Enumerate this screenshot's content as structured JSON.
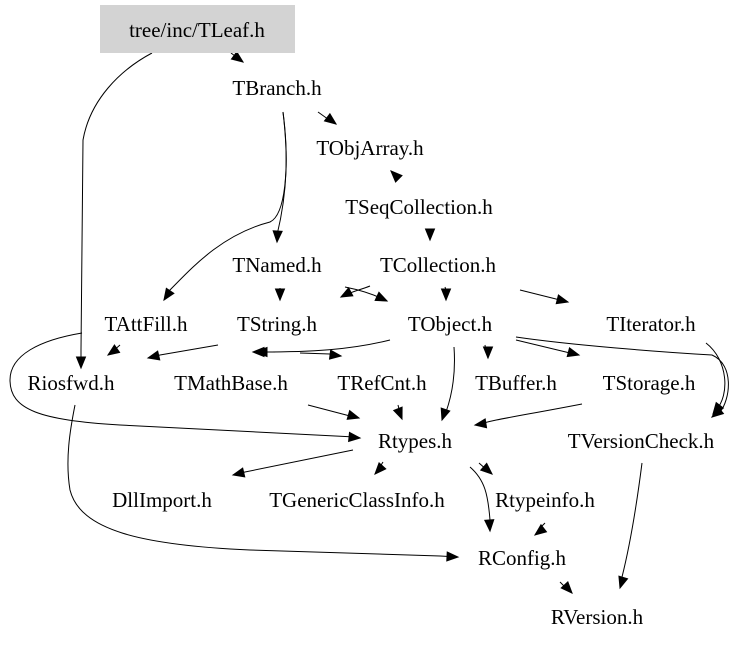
{
  "graph": {
    "kind": "include-dependency-graph",
    "root": "tree/inc/TLeaf.h",
    "colors": {
      "root_fill": "#d3d3d3",
      "node_text": "#000000",
      "edge": "#000000",
      "background": "#ffffff"
    },
    "nodes": [
      {
        "id": "TLeaf",
        "label": "tree/inc/TLeaf.h",
        "highlighted": true
      },
      {
        "id": "TBranch",
        "label": "TBranch.h"
      },
      {
        "id": "TObjArray",
        "label": "TObjArray.h"
      },
      {
        "id": "TSeqCollection",
        "label": "TSeqCollection.h"
      },
      {
        "id": "TNamed",
        "label": "TNamed.h"
      },
      {
        "id": "TCollection",
        "label": "TCollection.h"
      },
      {
        "id": "TAttFill",
        "label": "TAttFill.h"
      },
      {
        "id": "TString",
        "label": "TString.h"
      },
      {
        "id": "TObject",
        "label": "TObject.h"
      },
      {
        "id": "TIterator",
        "label": "TIterator.h"
      },
      {
        "id": "Riosfwd",
        "label": "Riosfwd.h"
      },
      {
        "id": "TMathBase",
        "label": "TMathBase.h"
      },
      {
        "id": "TRefCnt",
        "label": "TRefCnt.h"
      },
      {
        "id": "TBuffer",
        "label": "TBuffer.h"
      },
      {
        "id": "TStorage",
        "label": "TStorage.h"
      },
      {
        "id": "Rtypes",
        "label": "Rtypes.h"
      },
      {
        "id": "TVersionCheck",
        "label": "TVersionCheck.h"
      },
      {
        "id": "DllImport",
        "label": "DllImport.h"
      },
      {
        "id": "TGenericClassInfo",
        "label": "TGenericClassInfo.h"
      },
      {
        "id": "Rtypeinfo",
        "label": "Rtypeinfo.h"
      },
      {
        "id": "RConfig",
        "label": "RConfig.h"
      },
      {
        "id": "RVersion",
        "label": "RVersion.h"
      }
    ],
    "edges": [
      {
        "from": "TLeaf",
        "to": "TBranch"
      },
      {
        "from": "TLeaf",
        "to": "Riosfwd"
      },
      {
        "from": "TBranch",
        "to": "TObjArray"
      },
      {
        "from": "TBranch",
        "to": "TNamed"
      },
      {
        "from": "TBranch",
        "to": "TAttFill"
      },
      {
        "from": "TObjArray",
        "to": "TSeqCollection"
      },
      {
        "from": "TSeqCollection",
        "to": "TCollection"
      },
      {
        "from": "TNamed",
        "to": "TString"
      },
      {
        "from": "TNamed",
        "to": "TObject"
      },
      {
        "from": "TCollection",
        "to": "TObject"
      },
      {
        "from": "TCollection",
        "to": "TString"
      },
      {
        "from": "TCollection",
        "to": "TIterator"
      },
      {
        "from": "TAttFill",
        "to": "Riosfwd"
      },
      {
        "from": "TAttFill",
        "to": "Rtypes"
      },
      {
        "from": "TString",
        "to": "Riosfwd"
      },
      {
        "from": "TString",
        "to": "TMathBase"
      },
      {
        "from": "TString",
        "to": "TRefCnt"
      },
      {
        "from": "TObject",
        "to": "TMathBase"
      },
      {
        "from": "TObject",
        "to": "TBuffer"
      },
      {
        "from": "TObject",
        "to": "TStorage"
      },
      {
        "from": "TObject",
        "to": "Rtypes"
      },
      {
        "from": "TObject",
        "to": "TVersionCheck"
      },
      {
        "from": "TIterator",
        "to": "TVersionCheck"
      },
      {
        "from": "TMathBase",
        "to": "Rtypes"
      },
      {
        "from": "TRefCnt",
        "to": "Rtypes"
      },
      {
        "from": "TStorage",
        "to": "Rtypes"
      },
      {
        "from": "Riosfwd",
        "to": "RConfig"
      },
      {
        "from": "Rtypes",
        "to": "DllImport"
      },
      {
        "from": "Rtypes",
        "to": "TGenericClassInfo"
      },
      {
        "from": "Rtypes",
        "to": "Rtypeinfo"
      },
      {
        "from": "Rtypes",
        "to": "RConfig"
      },
      {
        "from": "Rtypeinfo",
        "to": "RConfig"
      },
      {
        "from": "RConfig",
        "to": "RVersion"
      },
      {
        "from": "TVersionCheck",
        "to": "RVersion"
      }
    ]
  }
}
